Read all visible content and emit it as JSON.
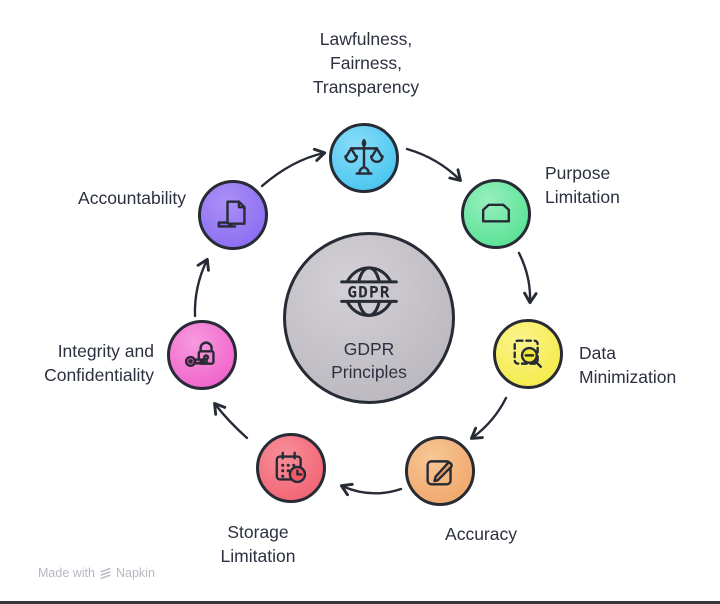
{
  "canvas": {
    "background": "#ffffff",
    "ink": "#272b35",
    "text_color": "#2c3140",
    "bottom_bar_color": "#34373e"
  },
  "center": {
    "icon": "globe-gdpr-icon",
    "icon_text": "GDPR",
    "label": "GDPR\nPrinciples",
    "fill_light": "#d3d1d6",
    "fill_base": "#b5b3b9"
  },
  "principles": [
    {
      "name": "lawfulness-fairness-transparency",
      "label": "Lawfulness,\nFairness,\nTransparency",
      "icon": "scales-icon",
      "fill_light": "#8adcf8",
      "fill_base": "#3ac1ef"
    },
    {
      "name": "purpose-limitation",
      "label": "Purpose\nLimitation",
      "icon": "folder-icon",
      "fill_light": "#96f0bd",
      "fill_base": "#4cde8c"
    },
    {
      "name": "data-minimization",
      "label": "Data\nMinimization",
      "icon": "magnifier-minus-icon",
      "fill_light": "#fbf48e",
      "fill_base": "#f3e83a"
    },
    {
      "name": "accuracy",
      "label": "Accuracy",
      "icon": "edit-pencil-icon",
      "fill_light": "#f7c795",
      "fill_base": "#efa063"
    },
    {
      "name": "storage-limitation",
      "label": "Storage\nLimitation",
      "icon": "calendar-clock-icon",
      "fill_light": "#f78f9a",
      "fill_base": "#f15a6b"
    },
    {
      "name": "integrity-confidentiality",
      "label": "Integrity and\nConfidentiality",
      "icon": "lock-key-icon",
      "fill_light": "#f79ade",
      "fill_base": "#ee57c6"
    },
    {
      "name": "accountability",
      "label": "Accountability",
      "icon": "documents-icon",
      "fill_light": "#ab90f7",
      "fill_base": "#8366f0"
    }
  ],
  "watermark": {
    "prefix": "Made with",
    "brand": "Napkin",
    "logo": "napkin-logo-icon"
  }
}
